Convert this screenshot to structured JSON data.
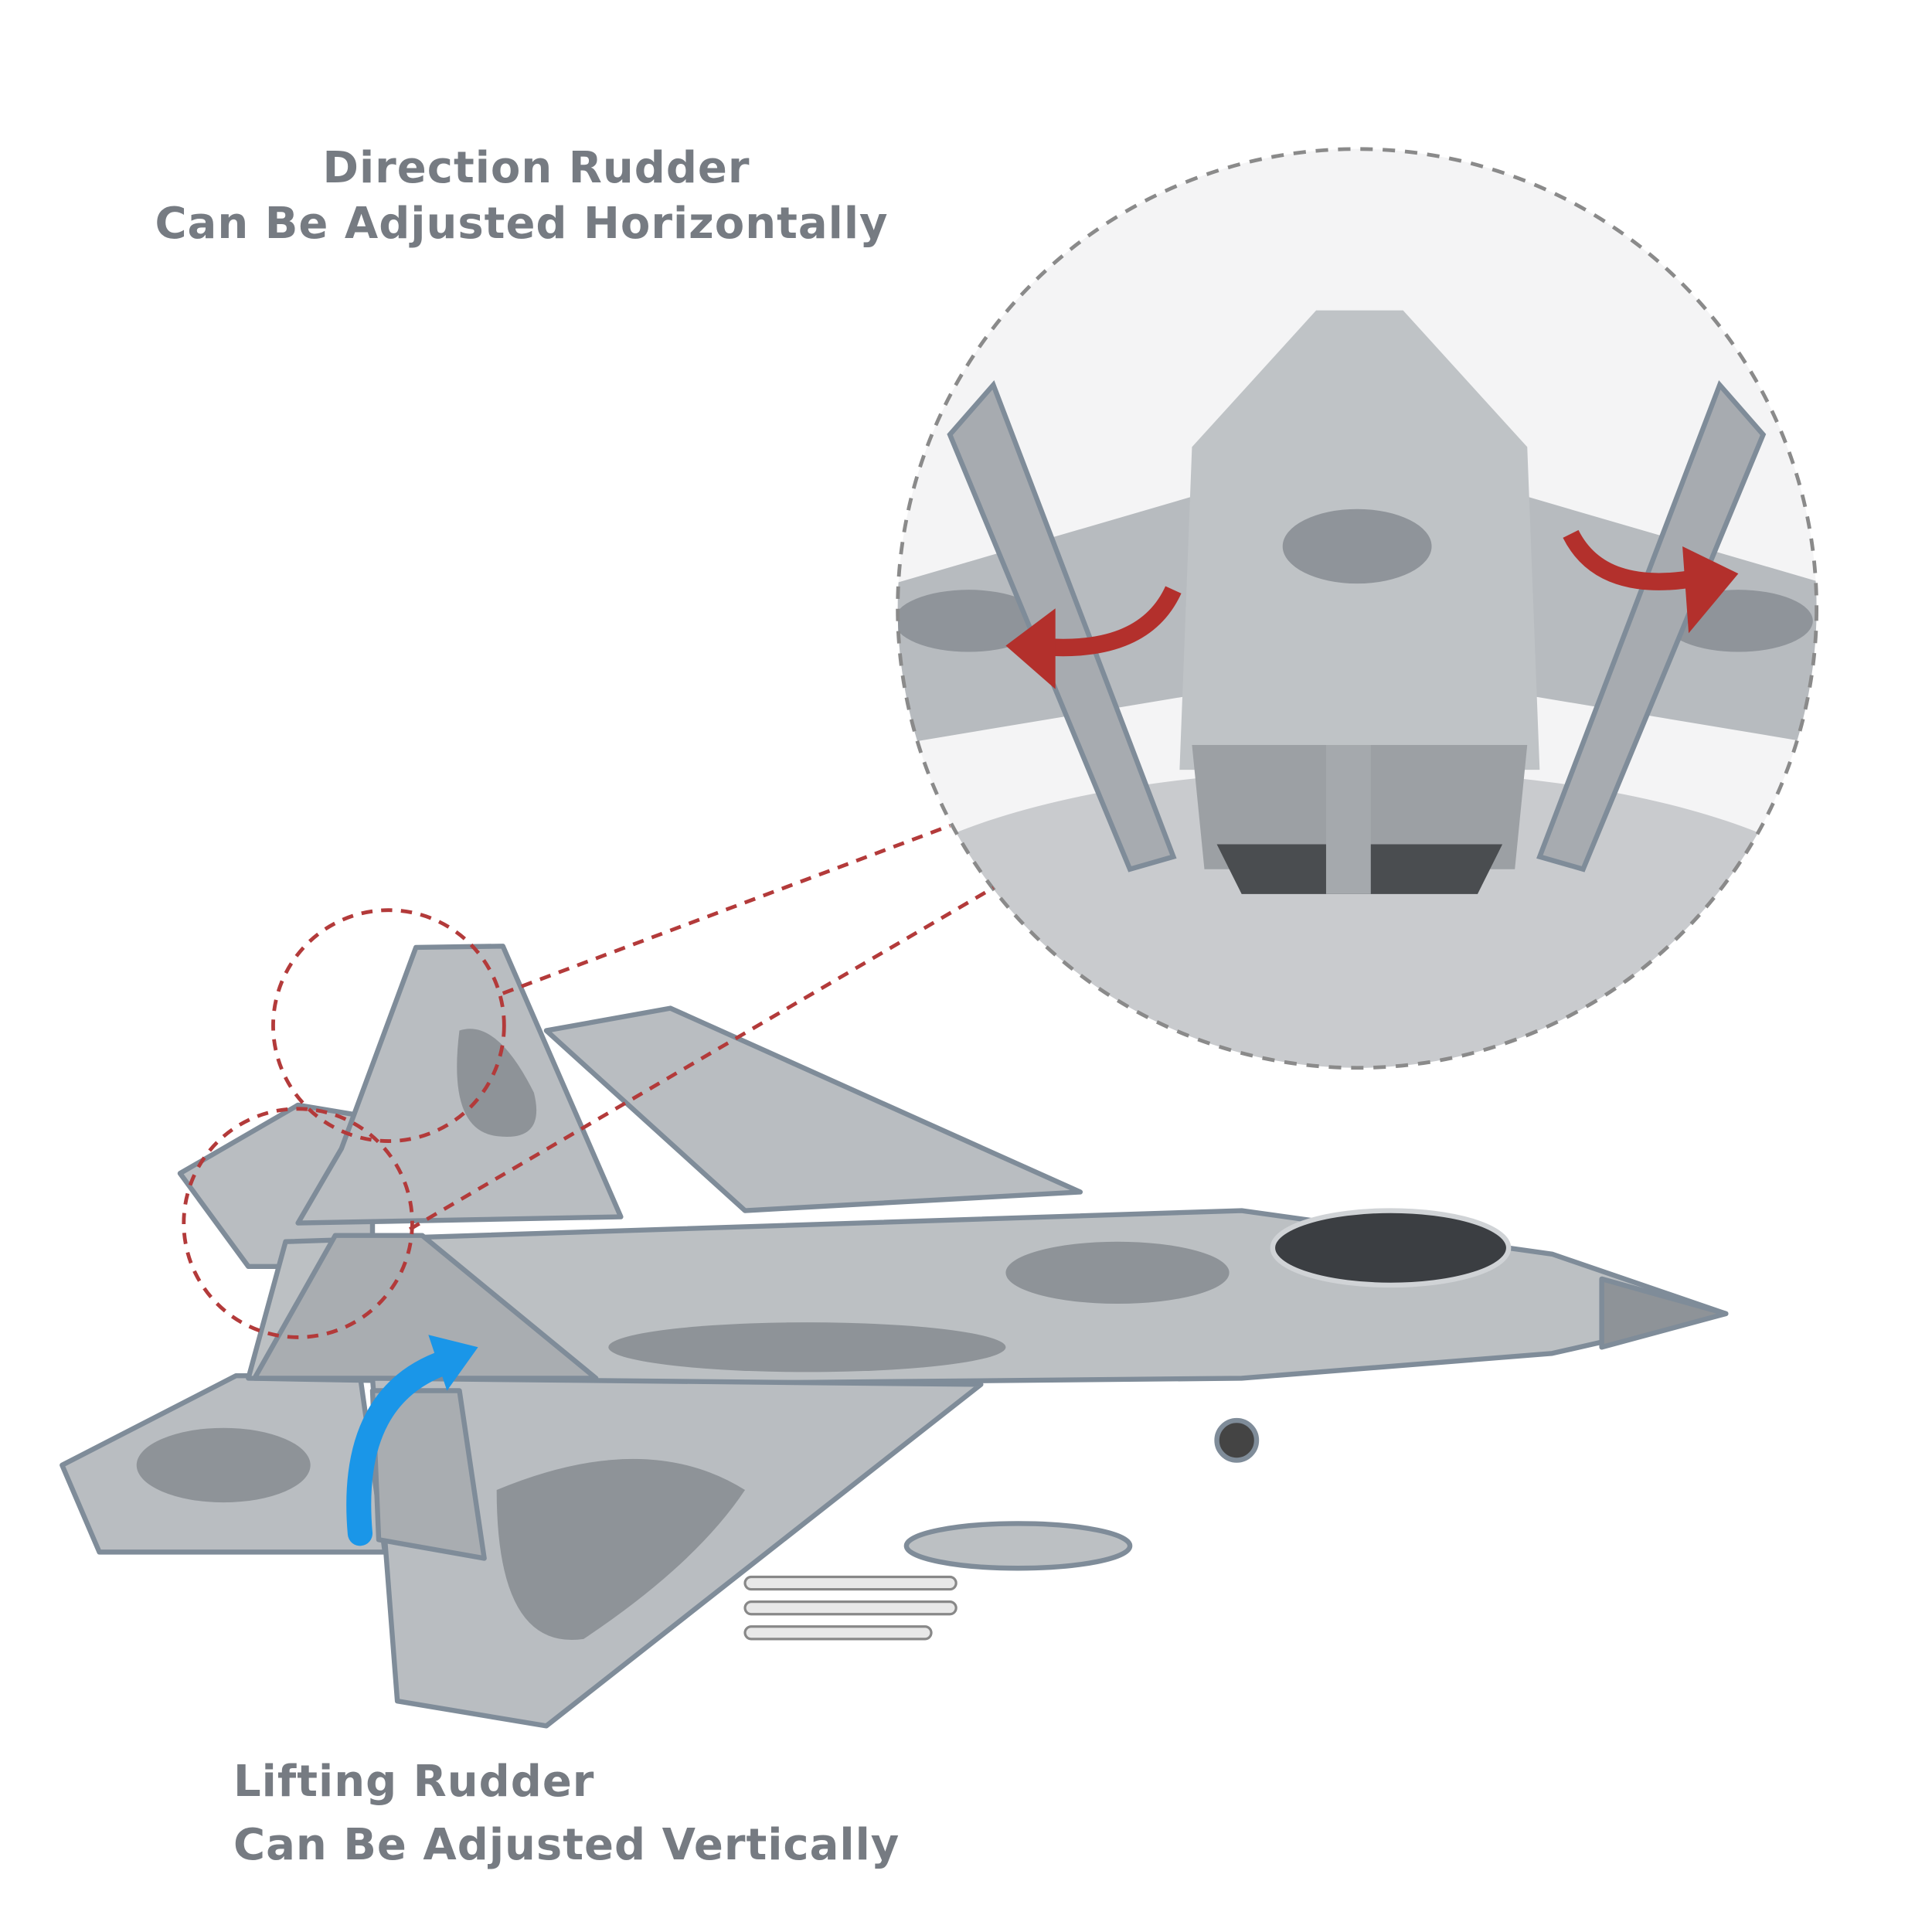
{
  "captions": {
    "direction_title": "Direction Rudder",
    "direction_sub": "Can Be Adjusted Horizontally",
    "lifting_title": "Lifting Rudder",
    "lifting_sub": "Can Be Adjusted Vertically"
  },
  "colors": {
    "text": "#767b82",
    "plane_light": "#b9bdc1",
    "plane_dark": "#8e9398",
    "edge": "#7f8c99",
    "red_arrow": "#b3302c",
    "blue_arrow": "#1a96e8",
    "callout_dash_red": "#b33a3a",
    "zoom_circle_dash": "#8a8a8a"
  },
  "icons": [
    "red-curved-arrow-left",
    "red-curved-arrow-right",
    "blue-curved-arrow-up"
  ]
}
